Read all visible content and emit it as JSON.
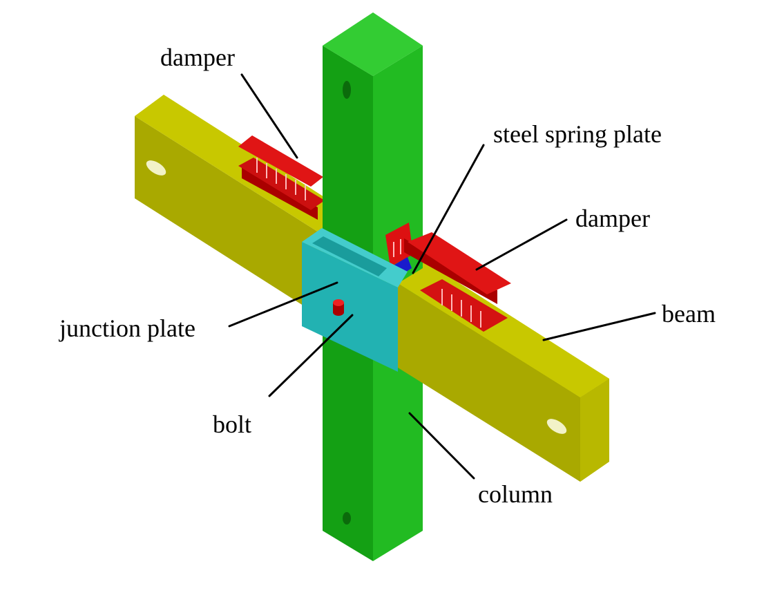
{
  "labels": {
    "damper_top": "damper",
    "steel_spring_plate": "steel spring plate",
    "damper_right": "damper",
    "beam": "beam",
    "junction_plate": "junction plate",
    "bolt": "bolt",
    "column": "column"
  },
  "colors": {
    "beam_top": "#c8c800",
    "beam_front": "#a9a900",
    "beam_end": "#b4b400",
    "column_front": "#14a014",
    "column_side": "#22bb22",
    "column_top": "#33cc33",
    "junction_plate": "#22b2b2",
    "junction_plate_top": "#44cccc",
    "damper": "#dd1111",
    "damper_dark": "#aa0000",
    "spring_plate": "#1a1acc",
    "bolt": "#cc1111"
  }
}
